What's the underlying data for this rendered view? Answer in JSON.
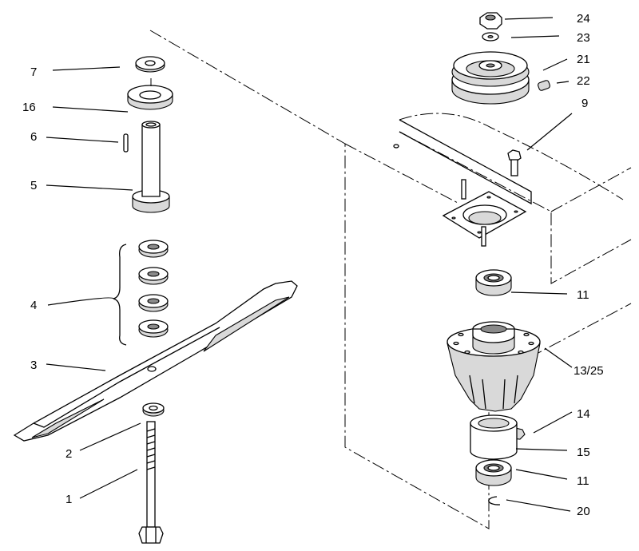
{
  "labels": {
    "l1": "1",
    "l2": "2",
    "l3": "3",
    "l4": "4",
    "l5": "5",
    "l6": "6",
    "l7": "7",
    "l16": "16",
    "l24": "24",
    "l23": "23",
    "l21": "21",
    "l22": "22",
    "l9": "9",
    "l11a": "11",
    "l1325": "13/25",
    "l14": "14",
    "l15": "15",
    "l11b": "11",
    "l20": "20"
  }
}
